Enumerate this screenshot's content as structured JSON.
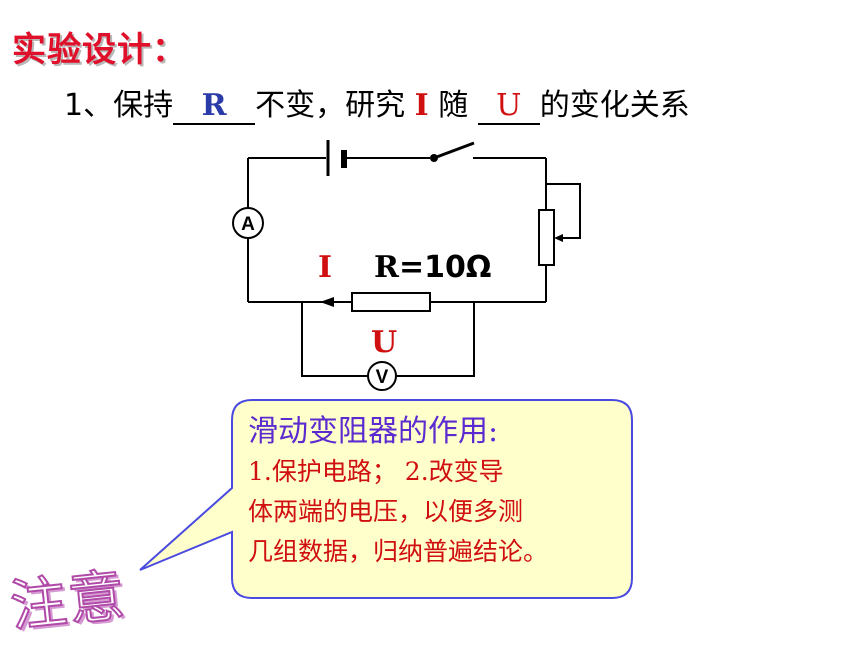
{
  "title": "实验设计：",
  "design": {
    "prefix": "1、保持",
    "answer_r": "R",
    "mid": "不变，研究",
    "i_symbol": "I",
    "sui": "随",
    "answer_u": "U",
    "suffix": "的变化关系"
  },
  "circuit": {
    "ammeter": "A",
    "voltmeter": "V",
    "current_label": "I",
    "resistor_label_r": "R",
    "resistor_value": "=10Ω",
    "voltage_label": "U"
  },
  "note": {
    "heading": "滑动变阻器的作用:",
    "lines": [
      "1.保护电路；    2.改变导",
      "体两端的电压，以便多测",
      "几组数据，归纳普遍结论。"
    ],
    "stamp": "注意"
  },
  "colors": {
    "title": "#e0102a",
    "answer": "#2b3ca8",
    "highlight": "#d01010",
    "heading": "#5b2bd0",
    "bubble_fill": "#ffffcc",
    "bubble_border": "#4a4ae0"
  }
}
